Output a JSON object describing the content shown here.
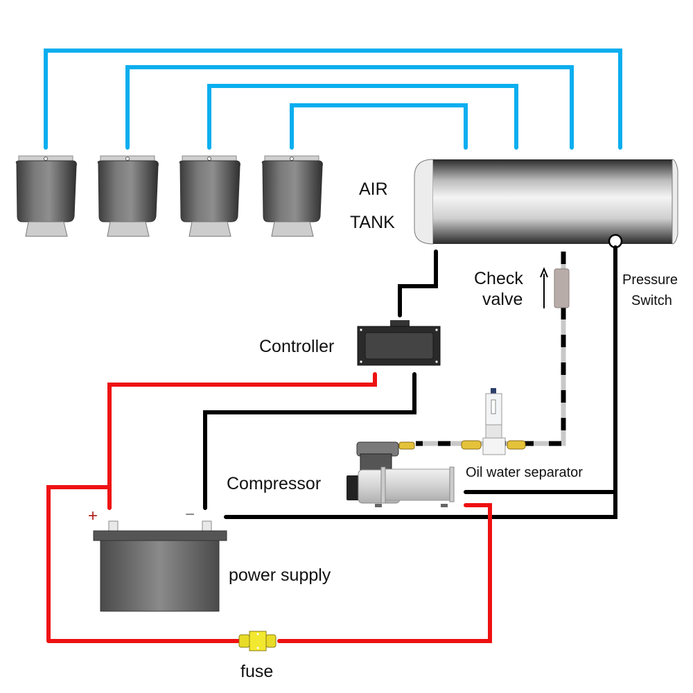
{
  "diagram": {
    "title": "Air suspension system wiring and plumbing diagram",
    "colors": {
      "air_hose": "#0aaeef",
      "positive_wire": "#ee1111",
      "ground_wire": "#000000",
      "air_line_stripe": "#c8c8c8",
      "fuse": "#f2e830"
    },
    "labels": {
      "air_tank_line1": "AIR",
      "air_tank_line2": "TANK",
      "check_valve_line1": "Check",
      "check_valve_line2": "valve",
      "pressure_switch_line1": "Pressure",
      "pressure_switch_line2": "Switch",
      "controller": "Controller",
      "compressor": "Compressor",
      "oil_water_separator": "Oil water separator",
      "power_supply": "power supply",
      "fuse": "fuse",
      "battery_positive": "+",
      "battery_negative": "−"
    },
    "components": {
      "air_springs": [
        {
          "name": "air-spring-1"
        },
        {
          "name": "air-spring-2"
        },
        {
          "name": "air-spring-3"
        },
        {
          "name": "air-spring-4"
        }
      ],
      "air_hose_count": 4,
      "check_valve_flow_direction": "up"
    }
  }
}
